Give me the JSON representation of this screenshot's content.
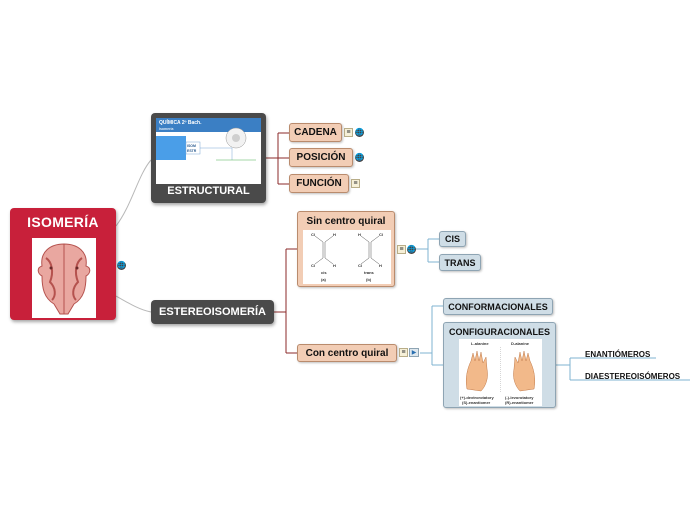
{
  "root": {
    "title": "ISOMERÍA"
  },
  "estructural": {
    "label": "ESTRUCTURAL",
    "thumbnail": {
      "heading": "QUÍMICA 2º Bach.",
      "subheading": "Isomería",
      "box_text_1": "ISOM",
      "box_text_2": "ESTR"
    }
  },
  "estereoisomeria": {
    "label": "ESTEREOISOMERÍA"
  },
  "estructural_children": [
    {
      "label": "CADENA"
    },
    {
      "label": "POSICIÓN"
    },
    {
      "label": "FUNCIÓN"
    }
  ],
  "sin_centro_quiral": {
    "label": "Sin centro quiral",
    "image": {
      "left_caption": "cis",
      "right_caption": "trans",
      "left_letter": "(a)",
      "right_letter": "(b)"
    }
  },
  "con_centro_quiral": {
    "label": "Con centro quiral"
  },
  "cis_trans": [
    {
      "label": "CIS"
    },
    {
      "label": "TRANS"
    }
  ],
  "conformacionales": {
    "label": "CONFORMACIONALES"
  },
  "configuracionales": {
    "label": "CONFIGURACIONALES",
    "image": {
      "left_title": "L-alanine",
      "right_title": "D-alanine",
      "left_caption": "(+)-dextrorotatory",
      "left_caption2": "(S)-enantiomer",
      "right_caption": "(-)-levorotatory",
      "right_caption2": "(R)-enantiomer"
    }
  },
  "configuracionales_children": [
    {
      "label": "ENANTIÓMEROS"
    },
    {
      "label": "DIAESTEREOISÓMEROS"
    }
  ],
  "icons": {
    "note": "≡",
    "globe": "🌐",
    "play": "▶"
  },
  "colors": {
    "root": "#c8203a",
    "dark_node": "#4a4a4a",
    "peach_node": "#f2cdb5",
    "blue_node": "#cfdde6",
    "connector_red": "#8b2a2a",
    "connector_blue": "#7fb3d0",
    "connector_grey": "#b8b8b8"
  }
}
